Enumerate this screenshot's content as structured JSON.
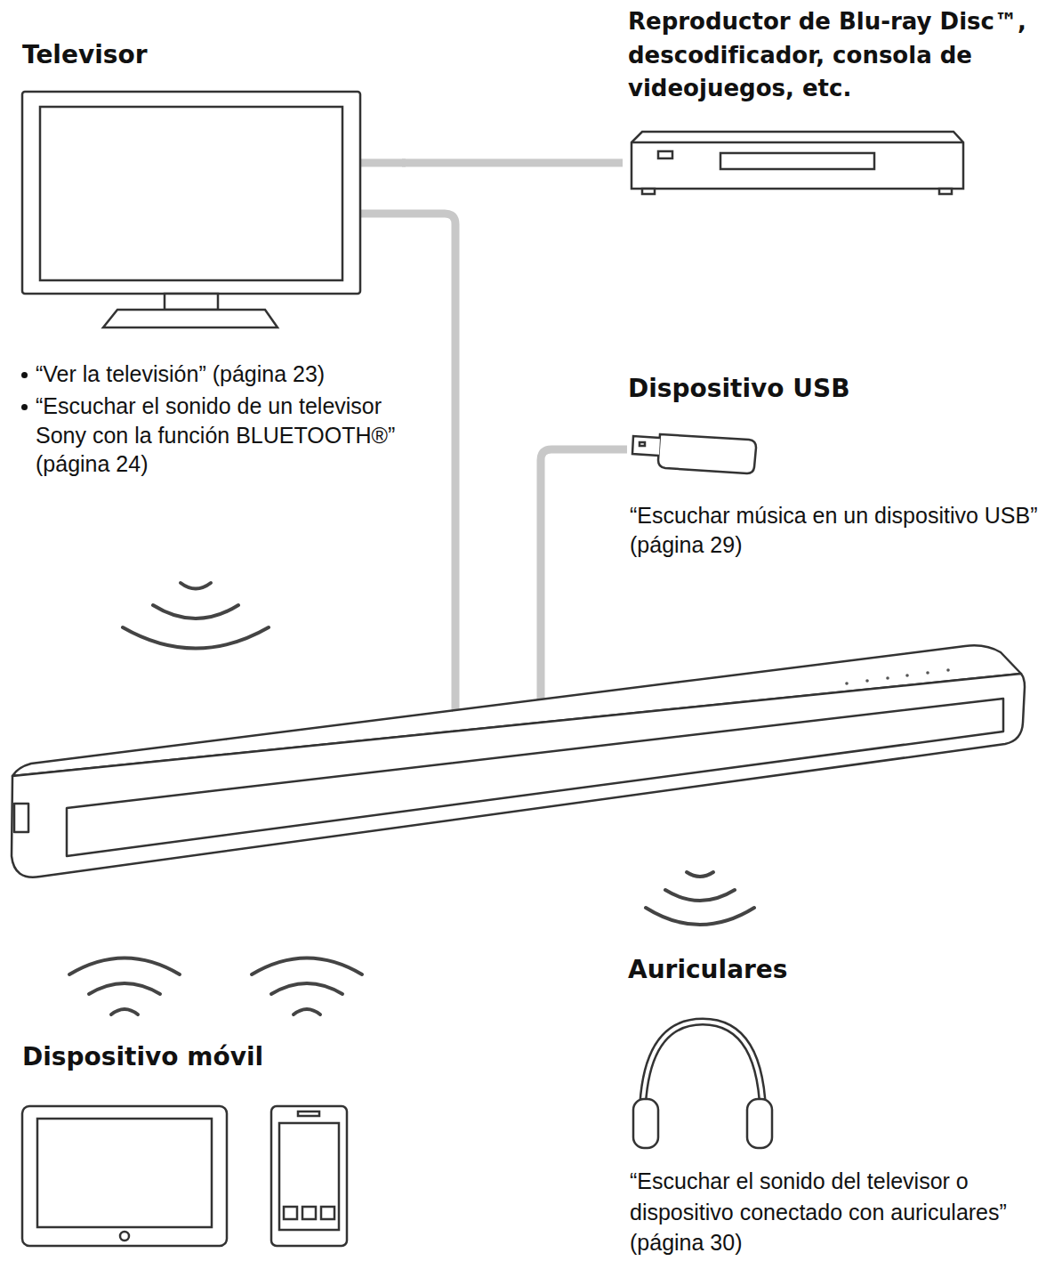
{
  "diagram": {
    "nodes": [
      {
        "text": [
          "Televisor",
          "“Ver la televisión” (página 23)",
          "“Escuchar el sonido de un televisor Sony con la función BLUETOOTH®” (página 24)"
        ]
      },
      {
        "text": [
          "Reproductor de Blu-ray Disc™, descodificador, consola de videojuegos, etc."
        ]
      },
      {
        "text": [
          "Dispositivo USB",
          "“Escuchar música en un dispositivo USB” (página 29)"
        ]
      },
      {
        "text": [
          "Dispositivo móvil"
        ]
      },
      {
        "text": [
          "Auriculares",
          "“Escuchar el sonido del televisor o dispositivo conectado con auriculares” (página 30)"
        ]
      }
    ],
    "edges": [
      {
        "from": 0,
        "to": 1,
        "arrow": "none"
      }
    ]
  }
}
